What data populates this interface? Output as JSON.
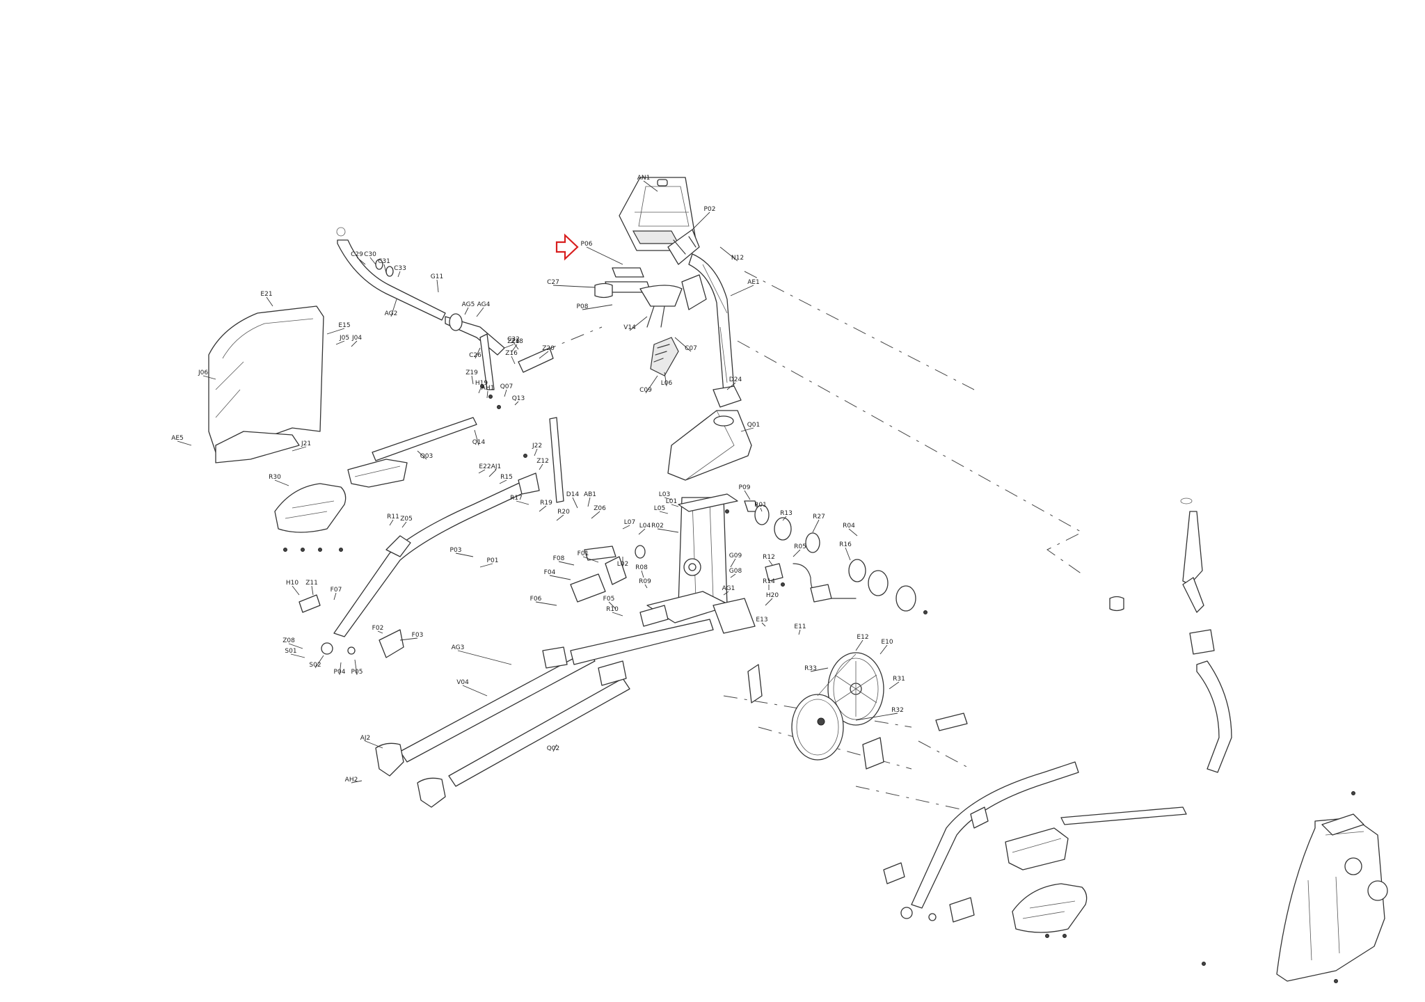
{
  "diagram": {
    "callout_labels": [
      "AN1",
      "P02",
      "N12",
      "AE1",
      "P06",
      "C27",
      "P08",
      "V14",
      "C07",
      "C09",
      "L06",
      "D24",
      "Q01",
      "C29",
      "C30",
      "C31",
      "C33",
      "G11",
      "AG2",
      "AG5",
      "AG4",
      "C26",
      "C32",
      "Z16",
      "Z20",
      "Z24",
      "Z18",
      "Z19",
      "H19",
      "AH1",
      "Q07",
      "Q13",
      "Q14",
      "Q03",
      "E21",
      "E15",
      "J05",
      "J04",
      "J06",
      "AE5",
      "J21",
      "J22",
      "Z12",
      "E22",
      "AJ1",
      "R15",
      "R17",
      "R19",
      "R20",
      "R11",
      "Z05",
      "Z06",
      "D14",
      "AB1",
      "L07",
      "L04",
      "L02",
      "L03",
      "L01",
      "L05",
      "R02",
      "P09",
      "R01",
      "R13",
      "R27",
      "R04",
      "R16",
      "R05",
      "R12",
      "R14",
      "H20",
      "E13",
      "E11",
      "E12",
      "E10",
      "R33",
      "R32",
      "R31",
      "R30",
      "H10",
      "Z11",
      "F07",
      "F02",
      "F03",
      "Z08",
      "S01",
      "S02",
      "P04",
      "P05",
      "P03",
      "P01",
      "F08",
      "F01",
      "F04",
      "F06",
      "F05",
      "R10",
      "R08",
      "R09",
      "G09",
      "G08",
      "AG1",
      "AG3",
      "V04",
      "Q02",
      "AJ2",
      "AH2"
    ],
    "highlight_arrow_color": "#d81e1e",
    "line_color": "#333333"
  }
}
